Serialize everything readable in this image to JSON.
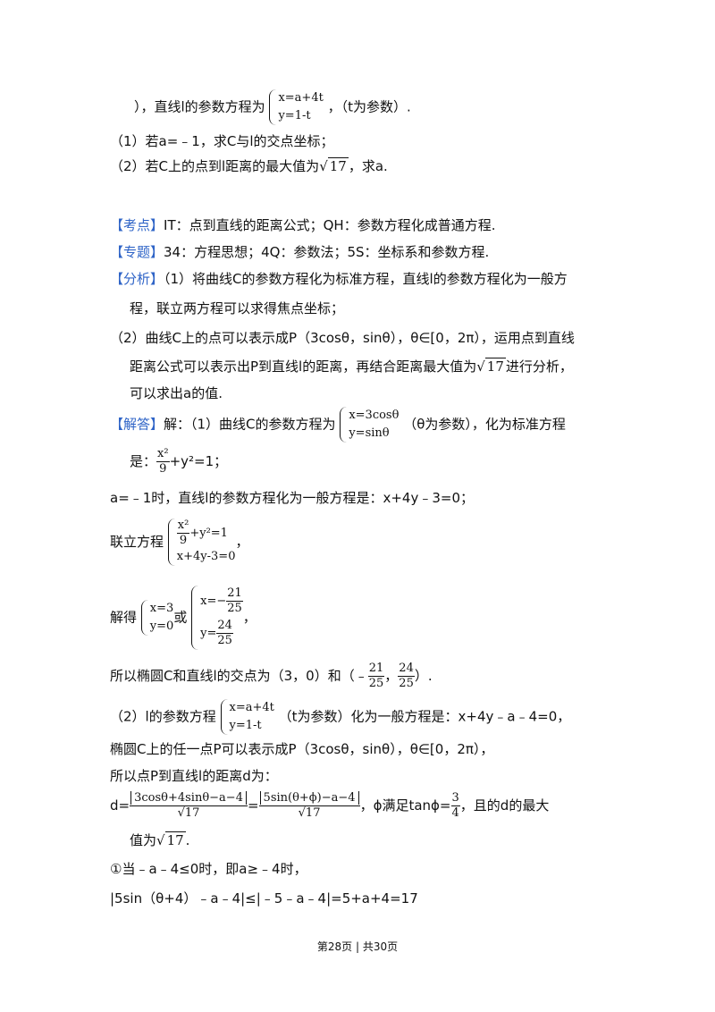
{
  "problem": {
    "prefix": "），直线l的参数方程为",
    "l_x": "x=a+4t",
    "l_y": "y=1-t",
    "l_suffix": "，（t为参数）.",
    "q1": "（1）若a=﹣1，求C与l的交点坐标；",
    "q2_pre": "（2）若C上的点到l距离的最大值为",
    "q2_rad": "17",
    "q2_post": "，求a."
  },
  "kaodian": {
    "tag": "【考点】",
    "text": "IT：点到直线的距离公式；QH：参数方程化成普通方程."
  },
  "zhuanti": {
    "tag": "【专题】",
    "text": "34：方程思想；4Q：参数法；5S：坐标系和参数方程."
  },
  "fenxi": {
    "tag": "【分析】",
    "l1": "（1）将曲线C的参数方程化为标准方程，直线l的参数方程化为一般方",
    "l2": "程，联立两方程可以求得焦点坐标；",
    "l3": "（2）曲线C上的点可以表示成P（3cosθ，sinθ），θ∈[0，2π），运用点到直线",
    "l4_pre": "距离公式可以表示出P到直线l的距离，再结合距离最大值为",
    "l4_rad": "17",
    "l4_post": "进行分析，",
    "l5": "可以求出a的值."
  },
  "jieda": {
    "tag": "【解答】",
    "intro": "解：（1）曲线C的参数方程为",
    "c_x": "x=3cosθ",
    "c_y": "y=sinθ",
    "c_suffix": "（θ为参数），化为标准方程",
    "std_pre": "是：",
    "std_num": "x²",
    "std_den": "9",
    "std_post": "+y²=1；",
    "line_a": "a=﹣1时，直线l的参数方程化为一般方程是：x+4y﹣3=0；",
    "lianli": "联立方程",
    "sys_num": "x²",
    "sys_den": "9",
    "sys_r1_post": "+y²=1",
    "sys_r2": "x+4y-3=0",
    "sys_comma": "，",
    "jiede": "解得",
    "s1_x": "x=3",
    "s1_y": "y=0",
    "huo": "或",
    "s2_x_pre": "x=−",
    "s2_x_num": "21",
    "s2_x_den": "25",
    "s2_y_pre": "y=",
    "s2_y_num": "24",
    "s2_y_den": "25",
    "s_comma": "，",
    "intersect_pre": "所以椭圆C和直线l的交点为（3，0）和（﹣",
    "int_num1": "21",
    "int_den1": "25",
    "int_comma": "，",
    "int_num2": "24",
    "int_den2": "25",
    "intersect_post": "）.",
    "p2_pre": "（2）l的参数方程",
    "p2_x": "x=a+4t",
    "p2_y": "y=1-t",
    "p2_post": "（t为参数）化为一般方程是：x+4y﹣a﹣4=0，",
    "p_point": "椭圆C上的任一点P可以表示成P（3cosθ，sinθ），θ∈[0，2π），",
    "dist_intro": "所以点P到直线l的距离d为：",
    "d_pre": "d=",
    "d_num1": "3cosθ+4sinθ−a−4",
    "d_den1": "17",
    "d_eq": "=",
    "d_num2": "5sin(θ+ϕ)−a−4",
    "d_den2": "17",
    "d_post1": "，ϕ满足tanϕ=",
    "tan_num": "3",
    "tan_den": "4",
    "d_post2": "，且的d的最大",
    "max_pre": "值为",
    "max_rad": "17",
    "max_post": ".",
    "case1": "①当﹣a﹣4≤0时，即a≥﹣4时，",
    "ineq": "|5sin（θ+4）﹣a﹣4|≤|﹣5﹣a﹣4|=5+a+4=17"
  },
  "footer": "第28页 | 共30页"
}
